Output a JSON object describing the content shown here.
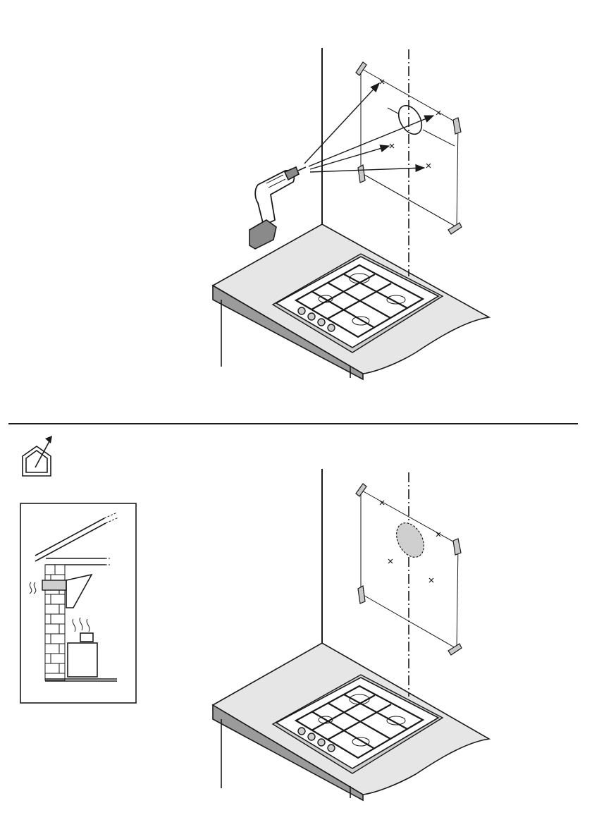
{
  "figure": {
    "panels": [
      {
        "name": "drilling-template-holes",
        "hole_marks": 4
      },
      {
        "name": "template-with-marked-hole",
        "hole_marks": 4
      }
    ],
    "icons": [
      "house-outlet-icon",
      "ducted-installation-inset"
    ]
  }
}
